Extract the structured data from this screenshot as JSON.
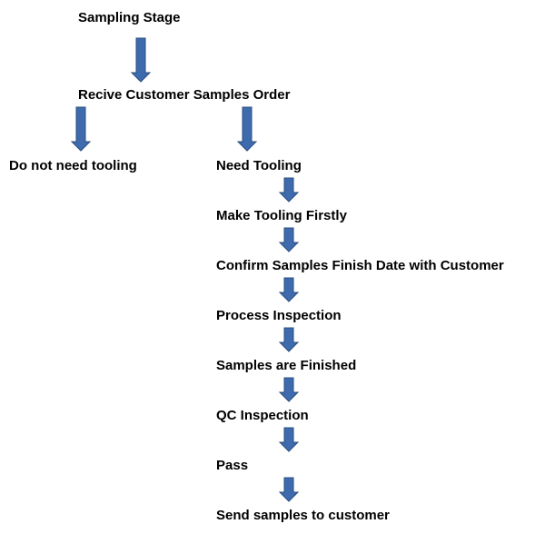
{
  "flowchart": {
    "steps": [
      "Sampling Stage",
      "Recive Customer Samples Order",
      "Do not need tooling",
      "Need Tooling",
      "Make Tooling Firstly",
      "Confirm Samples Finish Date with Customer",
      "Process Inspection",
      "Samples are Finished",
      "QC Inspection",
      "Pass",
      "Send samples to customer"
    ],
    "connections": [
      {
        "from": 0,
        "to": 1
      },
      {
        "from": 1,
        "to": 2
      },
      {
        "from": 1,
        "to": 3
      },
      {
        "from": 3,
        "to": 4
      },
      {
        "from": 4,
        "to": 5
      },
      {
        "from": 5,
        "to": 6
      },
      {
        "from": 6,
        "to": 7
      },
      {
        "from": 7,
        "to": 8
      },
      {
        "from": 8,
        "to": 9
      },
      {
        "from": 9,
        "to": 10
      }
    ],
    "arrow_color": "#3E6BAE",
    "arrow_outline": "#2B4C7E",
    "text_color": "#000000"
  }
}
